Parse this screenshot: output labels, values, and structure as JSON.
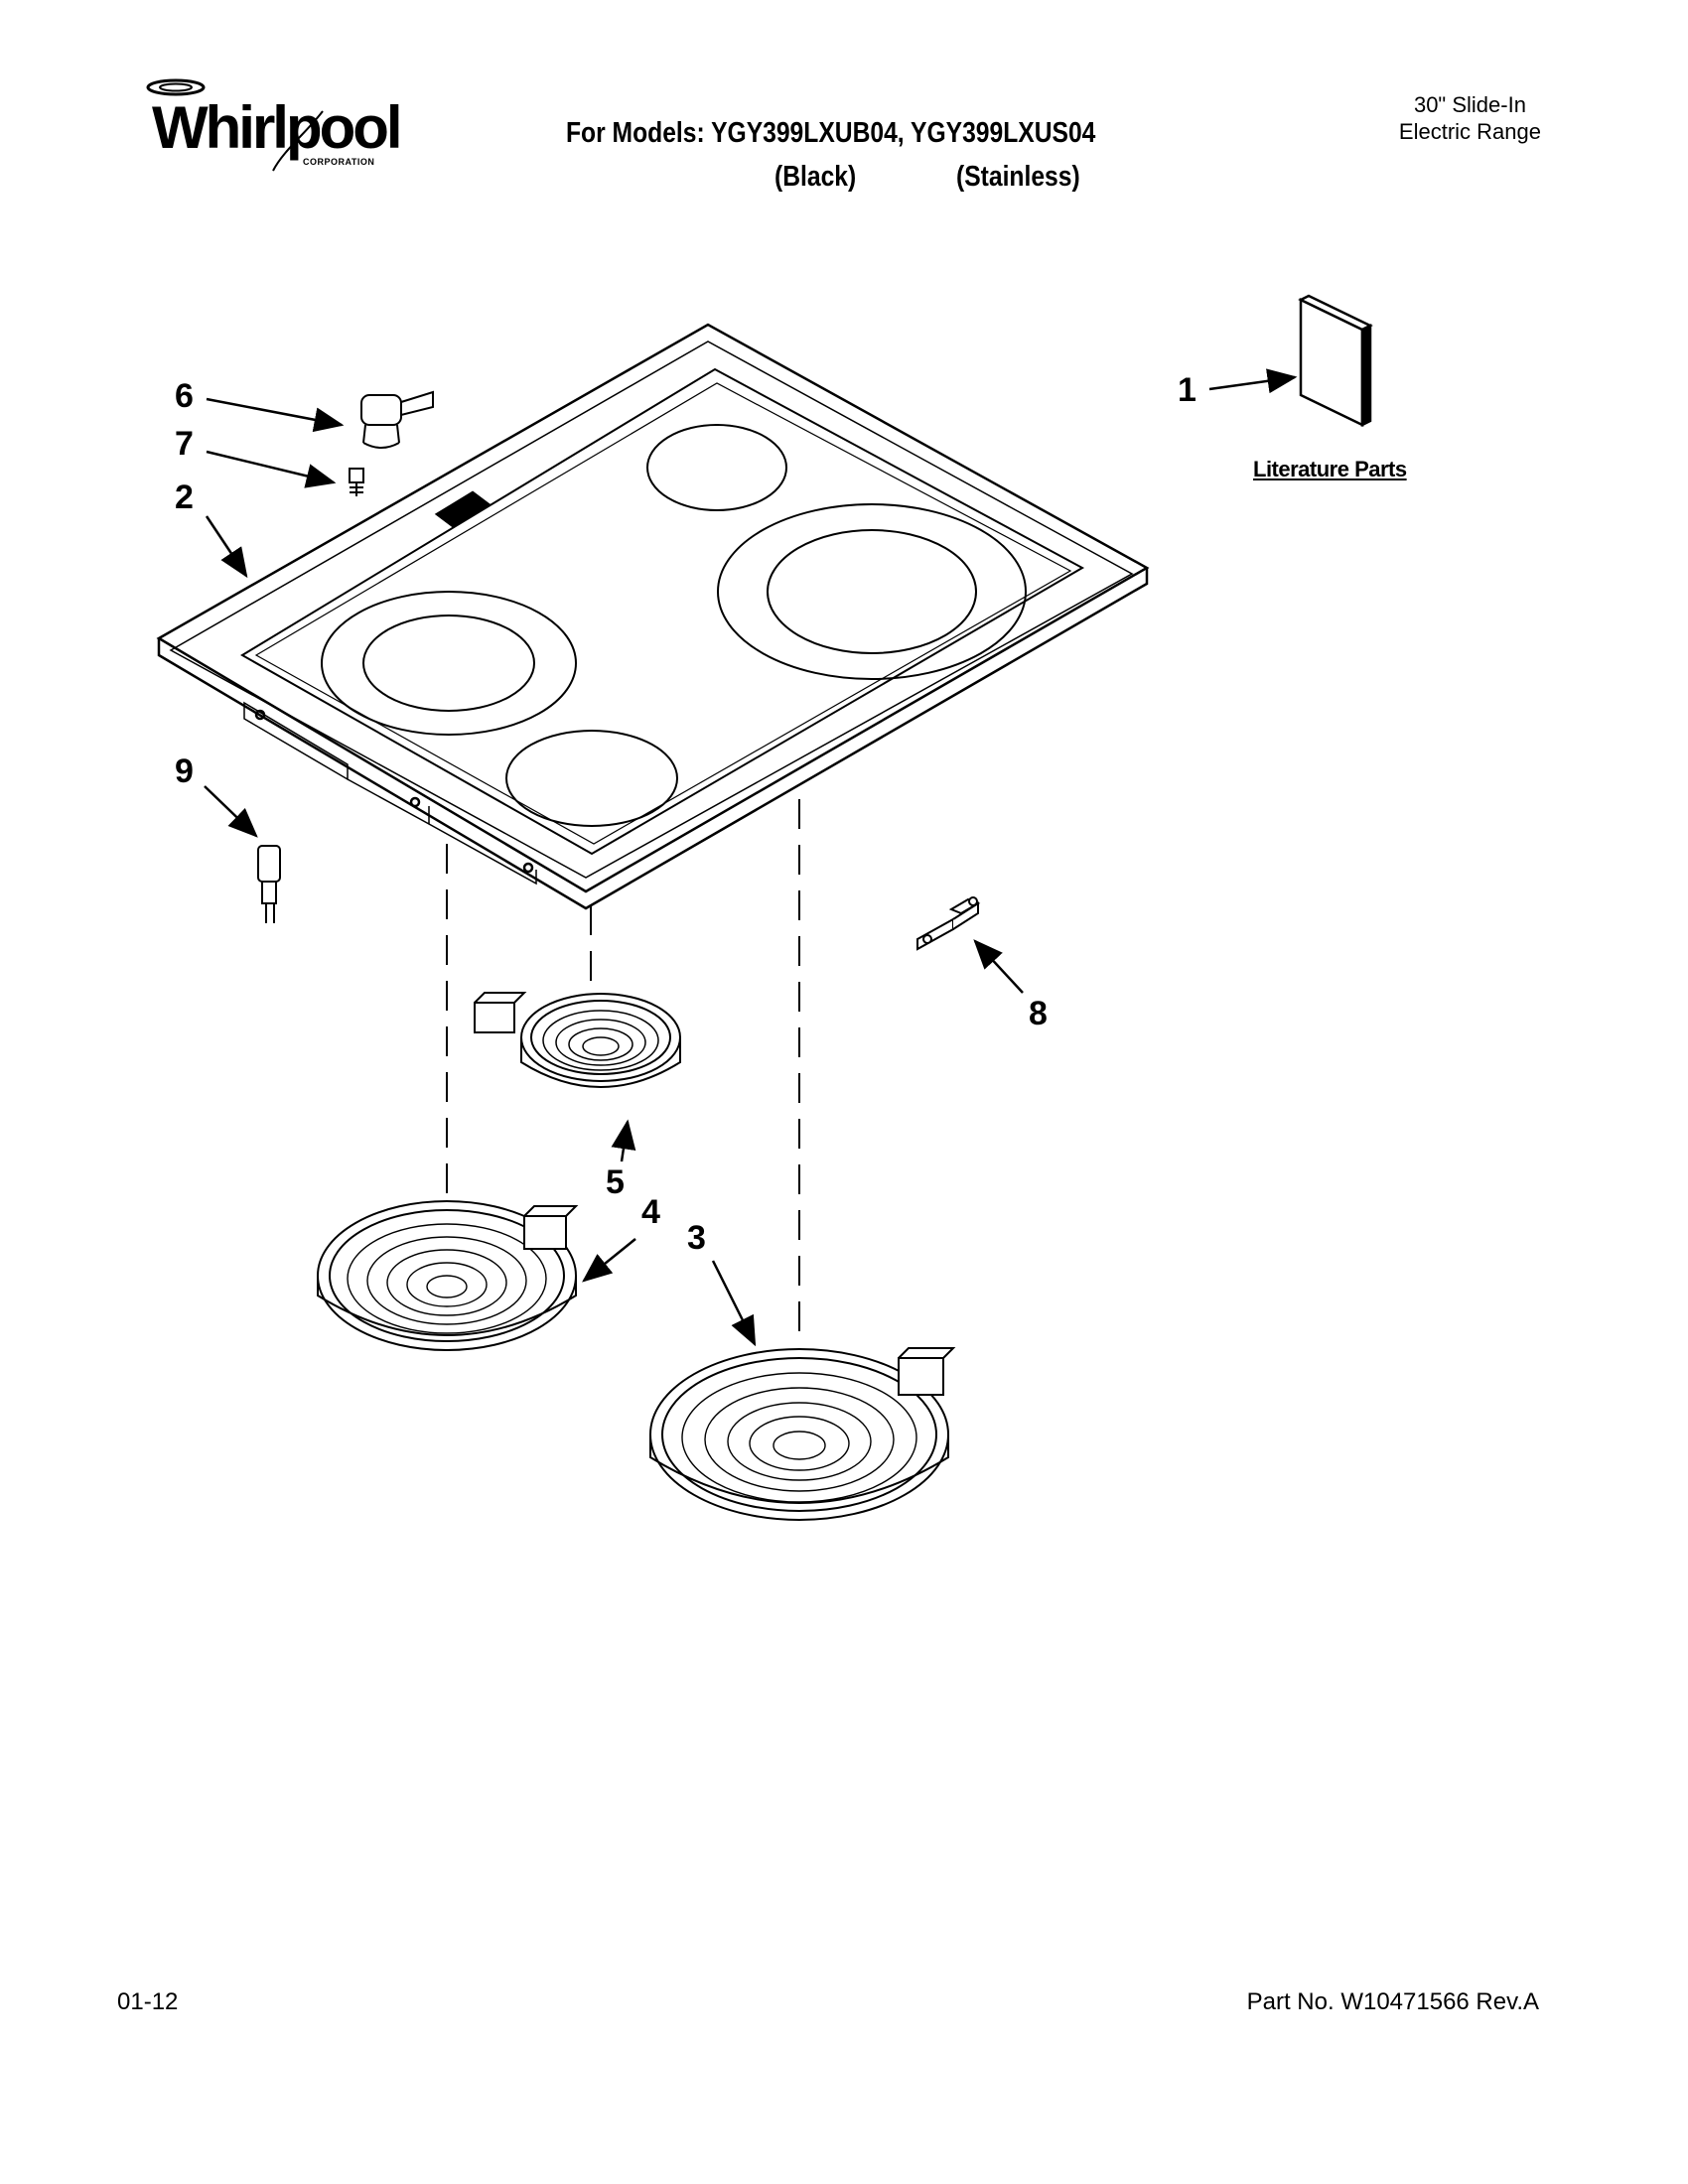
{
  "header": {
    "brand": "Whirlpool",
    "brand_sub": "CORPORATION",
    "models_line": "For Models: YGY399LXUB04, YGY399LXUS04",
    "variant_black": "(Black)",
    "variant_stainless": "(Stainless)",
    "product_line1": "30\" Slide-In",
    "product_line2": "Electric Range"
  },
  "diagram": {
    "literature_label": "Literature Parts",
    "callouts": [
      "1",
      "2",
      "3",
      "4",
      "5",
      "6",
      "7",
      "8",
      "9"
    ]
  },
  "footer": {
    "date_code": "01-12",
    "part_number": "Part No. W10471566 Rev.A"
  }
}
